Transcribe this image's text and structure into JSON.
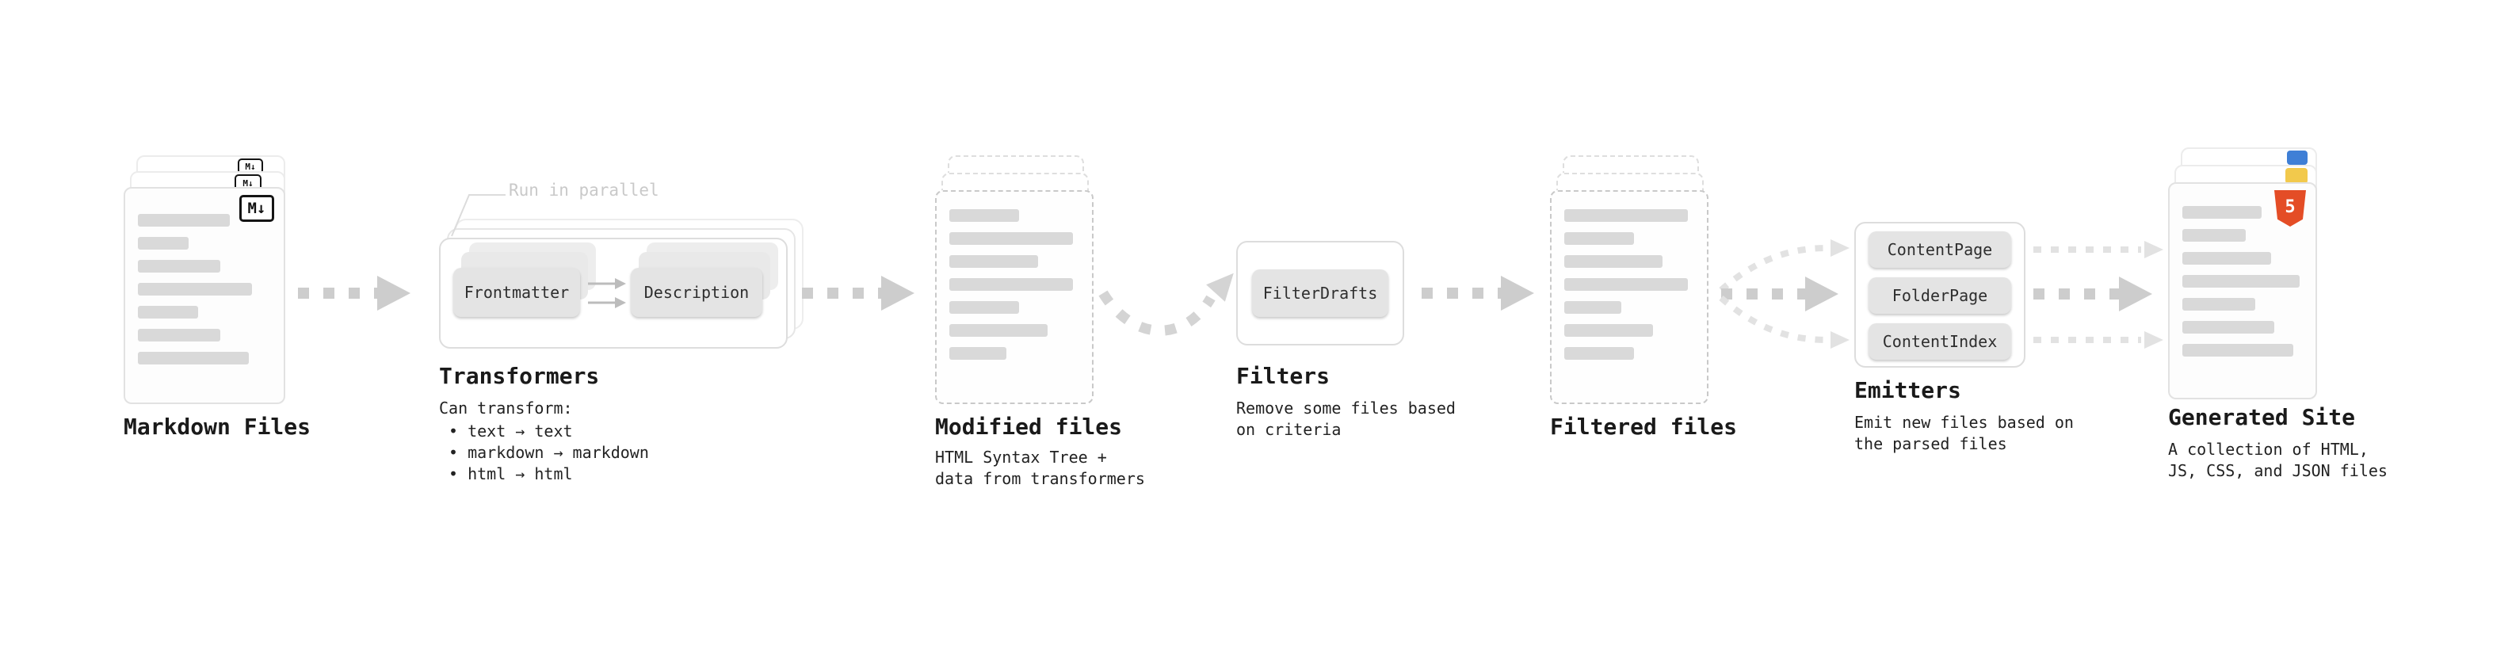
{
  "markdown_files": {
    "label": "Markdown Files",
    "icon_label": "M↓"
  },
  "transformers": {
    "annotation": "Run in parallel",
    "box1": "Frontmatter",
    "box2": "Description",
    "label": "Transformers",
    "desc_title": "Can transform:",
    "items": [
      "• text → text",
      "• markdown → markdown",
      "• html → html"
    ]
  },
  "modified_files": {
    "label": "Modified files",
    "desc": "HTML Syntax Tree +\ndata from transformers"
  },
  "filters": {
    "box": "FilterDrafts",
    "label": "Filters",
    "desc": "Remove some files based\non criteria"
  },
  "filtered_files": {
    "label": "Filtered files"
  },
  "emitters": {
    "label": "Emitters",
    "boxes": [
      "ContentPage",
      "FolderPage",
      "ContentIndex"
    ],
    "desc": "Emit new files based on\nthe parsed files"
  },
  "generated_site": {
    "label": "Generated Site",
    "icon_label": "5",
    "desc": "A collection of HTML,\nJS, CSS, and JSON files"
  },
  "colors": {
    "html5_orange": "#e44d26",
    "js_yellow": "#f2c94c",
    "css_blue": "#3f7fd6",
    "arrow_gray": "#cdcdcd",
    "pill_gray": "#e4e4e4"
  }
}
